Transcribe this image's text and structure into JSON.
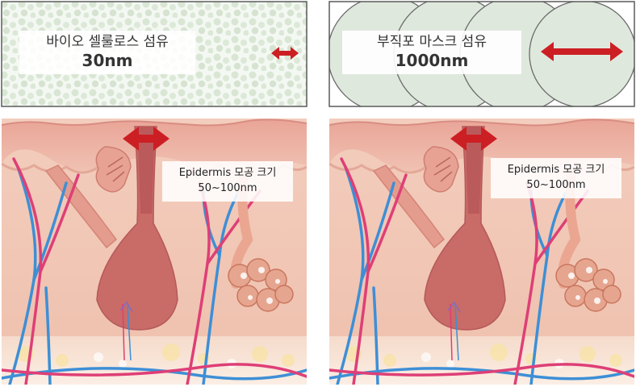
{
  "top_left": {
    "line1": "바이오 셀룰로스 섬유",
    "line2": "30nm"
  },
  "top_right": {
    "line1": "부직포 마스크 섬유",
    "line2": "1000nm"
  },
  "skin_left": {
    "line1": "Epidermis 모공 크기",
    "line2": "50~100nm"
  },
  "skin_right": {
    "line1": "Epidermis 모공 크기",
    "line2": "50~100nm"
  },
  "colors": {
    "arrow": "#cc1f24",
    "skin_base": "#f1c9b8",
    "epidermis": "#e8a89a",
    "hair": "#c96b67",
    "vein": "#3d8fd6",
    "artery": "#de3f76",
    "fiber_fill": "#dfe8dd"
  }
}
